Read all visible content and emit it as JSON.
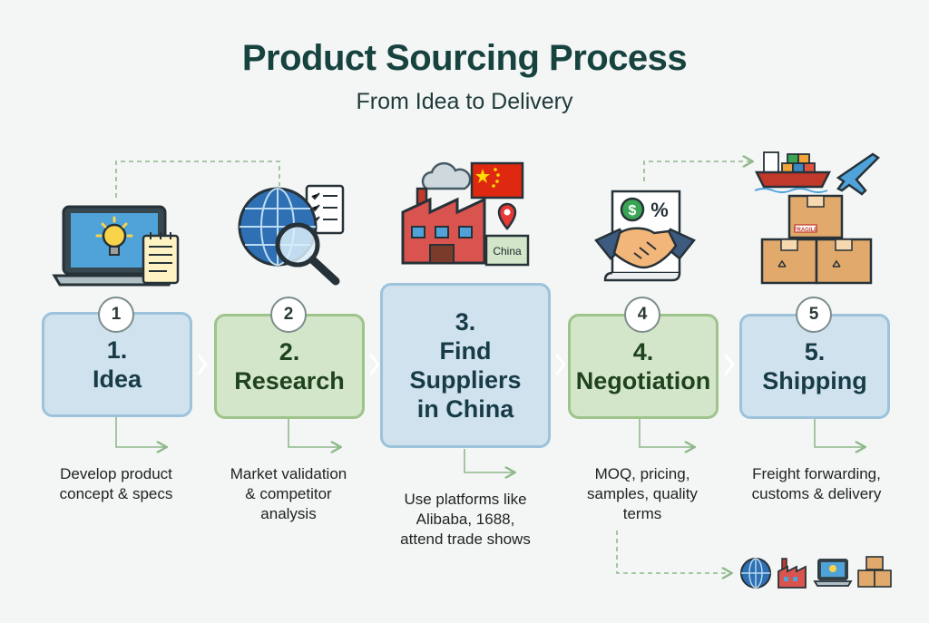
{
  "header": {
    "title": "Product Sourcing Process",
    "subtitle": "From Idea to Delivery"
  },
  "steps": [
    {
      "number": "1",
      "label": "1.\nIdea",
      "description": "Develop product\nconcept & specs"
    },
    {
      "number": "2",
      "label": "2.\nResearch",
      "description": "Market validation\n& competitor\nanalysis"
    },
    {
      "number": "",
      "label": "3.\nFind\nSuppliers\nin China",
      "description": "Use platforms like\nAlibaba, 1688,\nattend trade shows"
    },
    {
      "number": "4",
      "label": "4.\nNegotiation",
      "description": "MOQ, pricing,\nsamples, quality\nterms"
    },
    {
      "number": "5",
      "label": "5.\nShipping",
      "description": "Freight forwarding,\ncustoms & delivery"
    }
  ],
  "icons": {
    "step1": [
      "laptop-icon",
      "lightbulb-icon",
      "notepad-icon"
    ],
    "step2": [
      "globe-icon",
      "magnifier-icon",
      "checklist-icon"
    ],
    "step3": [
      "factory-icon",
      "cloud-icon",
      "china-flag-icon",
      "location-pin-icon"
    ],
    "step4": [
      "handshake-icon",
      "contract-icon"
    ],
    "step5": [
      "cargo-ship-icon",
      "airplane-icon",
      "boxes-icon"
    ],
    "footer": [
      "globe-icon",
      "factory-icon",
      "laptop-icon",
      "boxes-icon"
    ]
  },
  "labels": {
    "map_tag": "China",
    "box_tag": "FRAGILE"
  },
  "colors": {
    "title": "#17433f",
    "blue_fill": "#cfe2ee",
    "green_fill": "#d3e6c9",
    "connector": "#8fb98a"
  }
}
